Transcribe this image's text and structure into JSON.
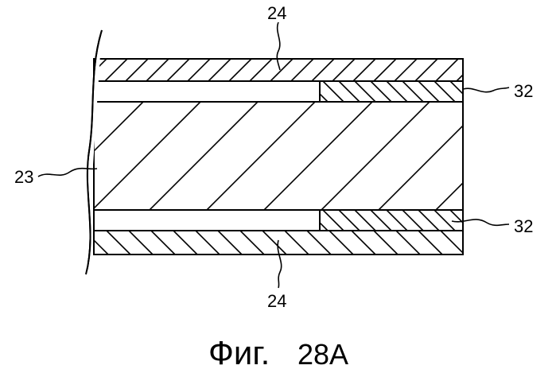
{
  "figure": {
    "caption": "Фиг.",
    "number": "28A",
    "labels": {
      "top": "24",
      "bottom": "24",
      "left": "23",
      "right_upper": "32",
      "right_lower": "32"
    }
  },
  "colors": {
    "ink": "#000000",
    "paper": "#ffffff"
  }
}
